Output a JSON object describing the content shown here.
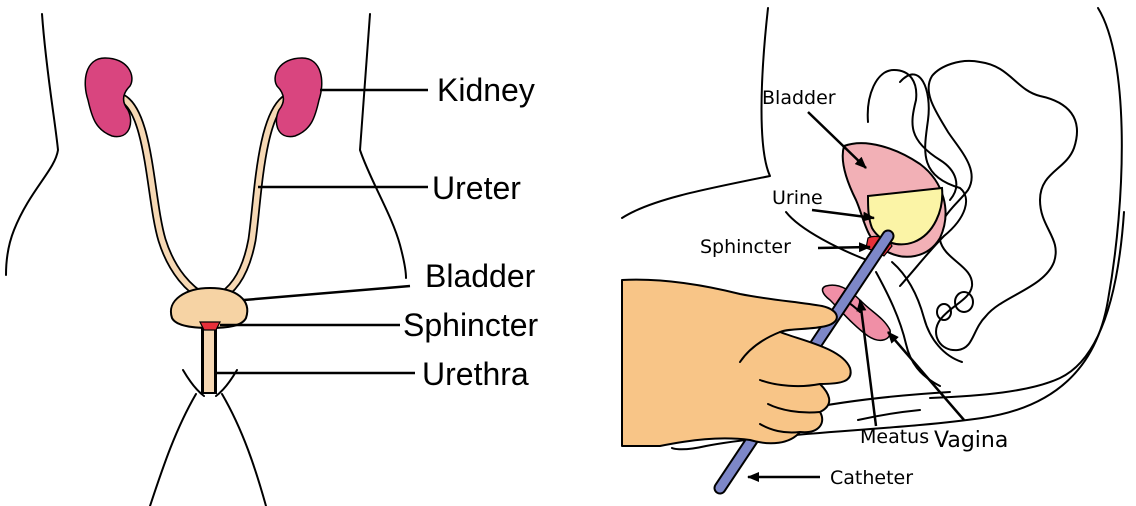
{
  "left_diagram": {
    "labels": {
      "kidney": "Kidney",
      "ureter": "Ureter",
      "bladder": "Bladder",
      "sphincter": "Sphincter",
      "urethra": "Urethra"
    }
  },
  "right_diagram": {
    "labels": {
      "bladder": "Bladder",
      "urine": "Urine",
      "sphincter": "Sphincter",
      "meatus": "Meatus",
      "vagina": "Vagina",
      "catheter": "Catheter"
    }
  },
  "colors": {
    "kidney": "#d9457f",
    "ureter_fill": "#f6d8b4",
    "bladder_fill": "#f6d3a4",
    "sphincter": "#e8303a",
    "bladder_right": "#f2b0b6",
    "urine": "#fbf4a6",
    "hand": "#f8c587",
    "catheter": "#7d87c8",
    "vulva": "#f08fa6"
  }
}
